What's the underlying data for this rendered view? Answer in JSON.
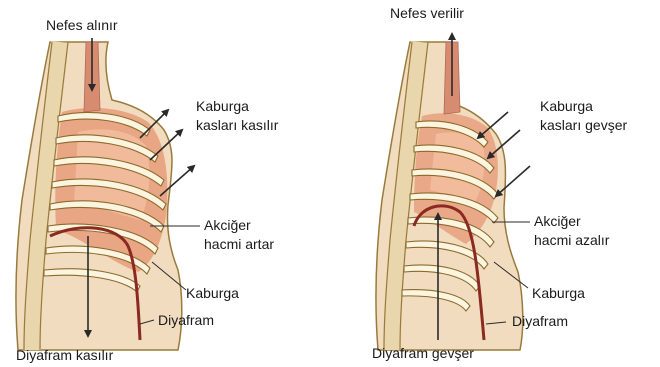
{
  "colors": {
    "body_skin": "#f2dcc0",
    "spine_outline": "#9a7a3c",
    "lung_fill": "#e8a07e",
    "lung_highlight": "#f6c8aa",
    "rib_fill": "#fbf5df",
    "rib_outline": "#8c6a2c",
    "trachea": "#d78c72",
    "diaphragm": "#8a2a20",
    "arrow": "#2a2a2a",
    "text": "#1a1a1a"
  },
  "left_panel": {
    "title": "Nefes alınır",
    "rib_muscles": "Kaburga\nkasları kasılır",
    "lung_volume": "Akciğer\nhacmi artar",
    "rib": "Kaburga",
    "diaphragm": "Diyafram",
    "diaphragm_action": "Diyafram kasılır"
  },
  "right_panel": {
    "title": "Nefes verilir",
    "rib_muscles": "Kaburga\nkasları gevşer",
    "lung_volume": "Akciğer\nhacmi azalır",
    "rib": "Kaburga",
    "diaphragm": "Diyafram",
    "diaphragm_action": "Diyafram gevşer"
  }
}
